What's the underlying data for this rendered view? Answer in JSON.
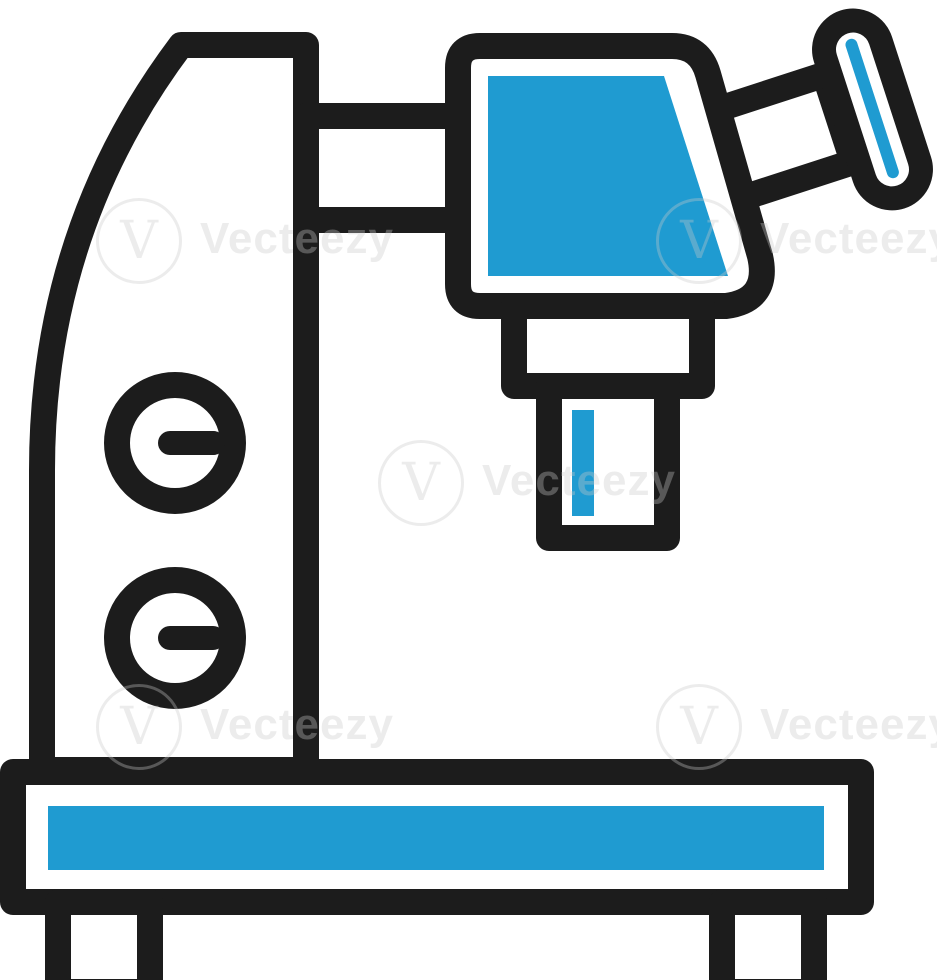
{
  "image": {
    "subject": "microscope-icon",
    "style": "two-tone line icon",
    "colors": {
      "outline": "#1c1c1c",
      "fill_light": "#ffffff",
      "fill_accent": "#1f9bd1"
    }
  },
  "watermark": {
    "text": "Vecteezy",
    "logo_glyph": "V"
  }
}
